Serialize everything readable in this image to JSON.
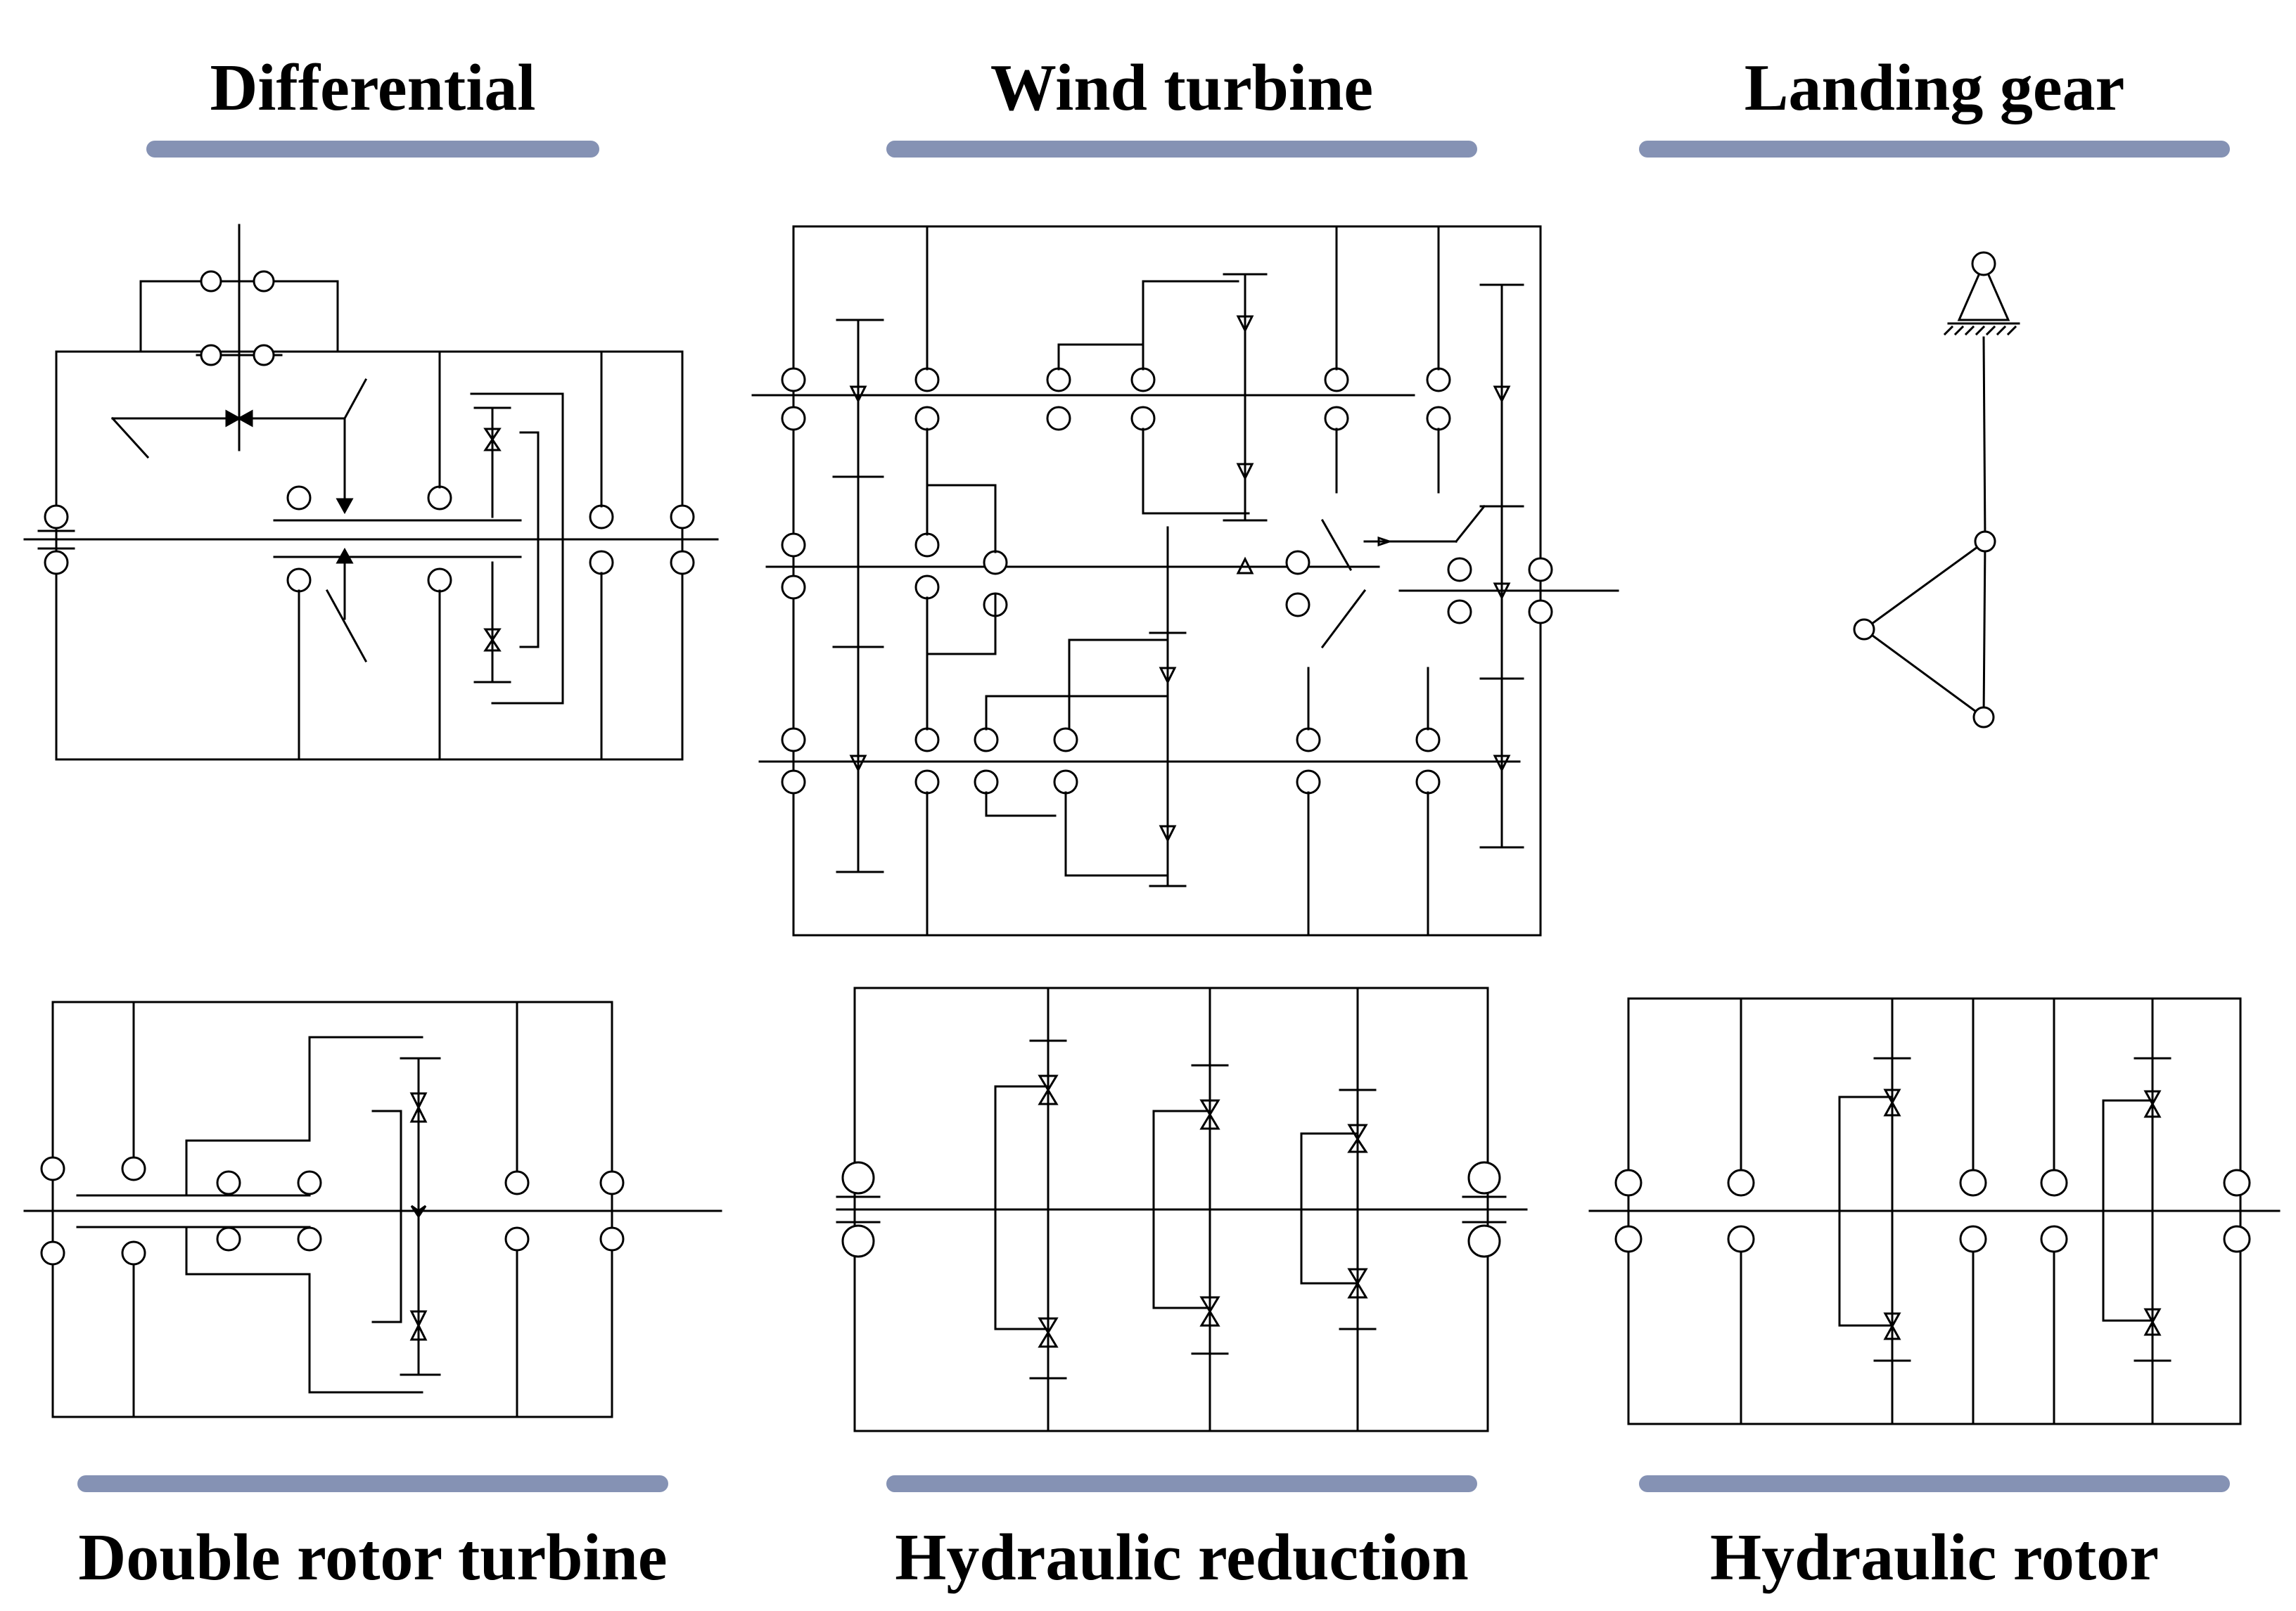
{
  "colors": {
    "accent": "#8592b4",
    "ink": "#000000",
    "background": "#ffffff"
  },
  "panels": [
    {
      "title": "Differential",
      "position": "top-left"
    },
    {
      "title": "Wind turbine",
      "position": "top-center"
    },
    {
      "title": "Landing gear",
      "position": "top-right"
    },
    {
      "title": "Double rotor turbine",
      "position": "bottom-left"
    },
    {
      "title": "Hydraulic reduction",
      "position": "bottom-center"
    },
    {
      "title": "Hydraulic rotor",
      "position": "bottom-right"
    }
  ]
}
